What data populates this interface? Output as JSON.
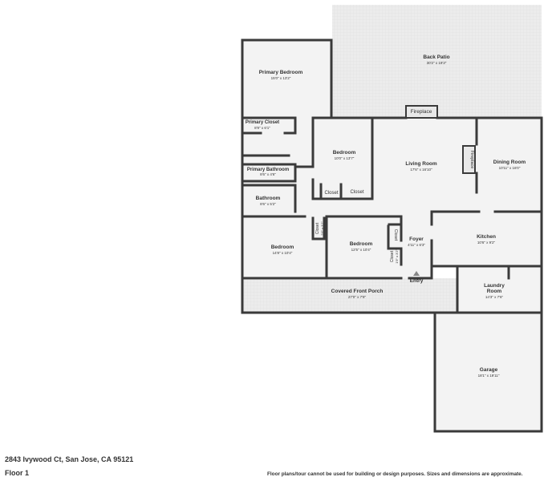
{
  "rooms": [
    {
      "name": "Back Patio",
      "dims": "30'2\" x 19'3\""
    },
    {
      "name": "Primary Bedroom",
      "dims": "15'0\" x 13'2\""
    },
    {
      "name": "Fireplace",
      "dims": ""
    },
    {
      "name": "Primary Closet",
      "dims": "8'9\" x 6'1\""
    },
    {
      "name": "Bedroom",
      "dims": "10'0\" x 13'7\""
    },
    {
      "name": "Living Room",
      "dims": "17'6\" x 16'10\""
    },
    {
      "name": "Dining Room",
      "dims": "10'11\" x 16'0\""
    },
    {
      "name": "Primary Bathroom",
      "dims": "8'6\" x 4'6\""
    },
    {
      "name": "Closet",
      "dims": ""
    },
    {
      "name": "Closet",
      "dims": ""
    },
    {
      "name": "Bathroom",
      "dims": "8'6\" x 5'2\""
    },
    {
      "name": "Closet",
      "dims": "2'6\" x 3'2\""
    },
    {
      "name": "Bedroom",
      "dims": "14'8\" x 10'4\""
    },
    {
      "name": "Bedroom",
      "dims": "12'5\" x 10'4\""
    },
    {
      "name": "Closet",
      "dims": ""
    },
    {
      "name": "Foyer",
      "dims": "4'11\" x 6'3\""
    },
    {
      "name": "Kitchen",
      "dims": "10'6\" x 9'2\""
    },
    {
      "name": "Closet",
      "dims": "1'9\" x 3'2\""
    },
    {
      "name": "Entry",
      "dims": ""
    },
    {
      "name": "Covered Front Porch",
      "dims": "27'0\" x 7'8\""
    },
    {
      "name": "Laundry",
      "dims": ""
    },
    {
      "name": "Room",
      "dims": "14'3\" x 7'6\""
    },
    {
      "name": "Fireplace",
      "dims": ""
    },
    {
      "name": "Garage",
      "dims": "18'1\" x 19'11\""
    }
  ],
  "footer": {
    "address": "2843 Ivywood Ct, San Jose, CA 95121",
    "floor": "Floor 1",
    "disclaimer": "Floor plans/tour cannot be used for building or design purposes. Sizes and dimensions are approximate."
  },
  "colors": {
    "wall": "#3a3a3a",
    "floor": "#f3f3f3",
    "outdoor": "#ececec",
    "text": "#333333"
  }
}
